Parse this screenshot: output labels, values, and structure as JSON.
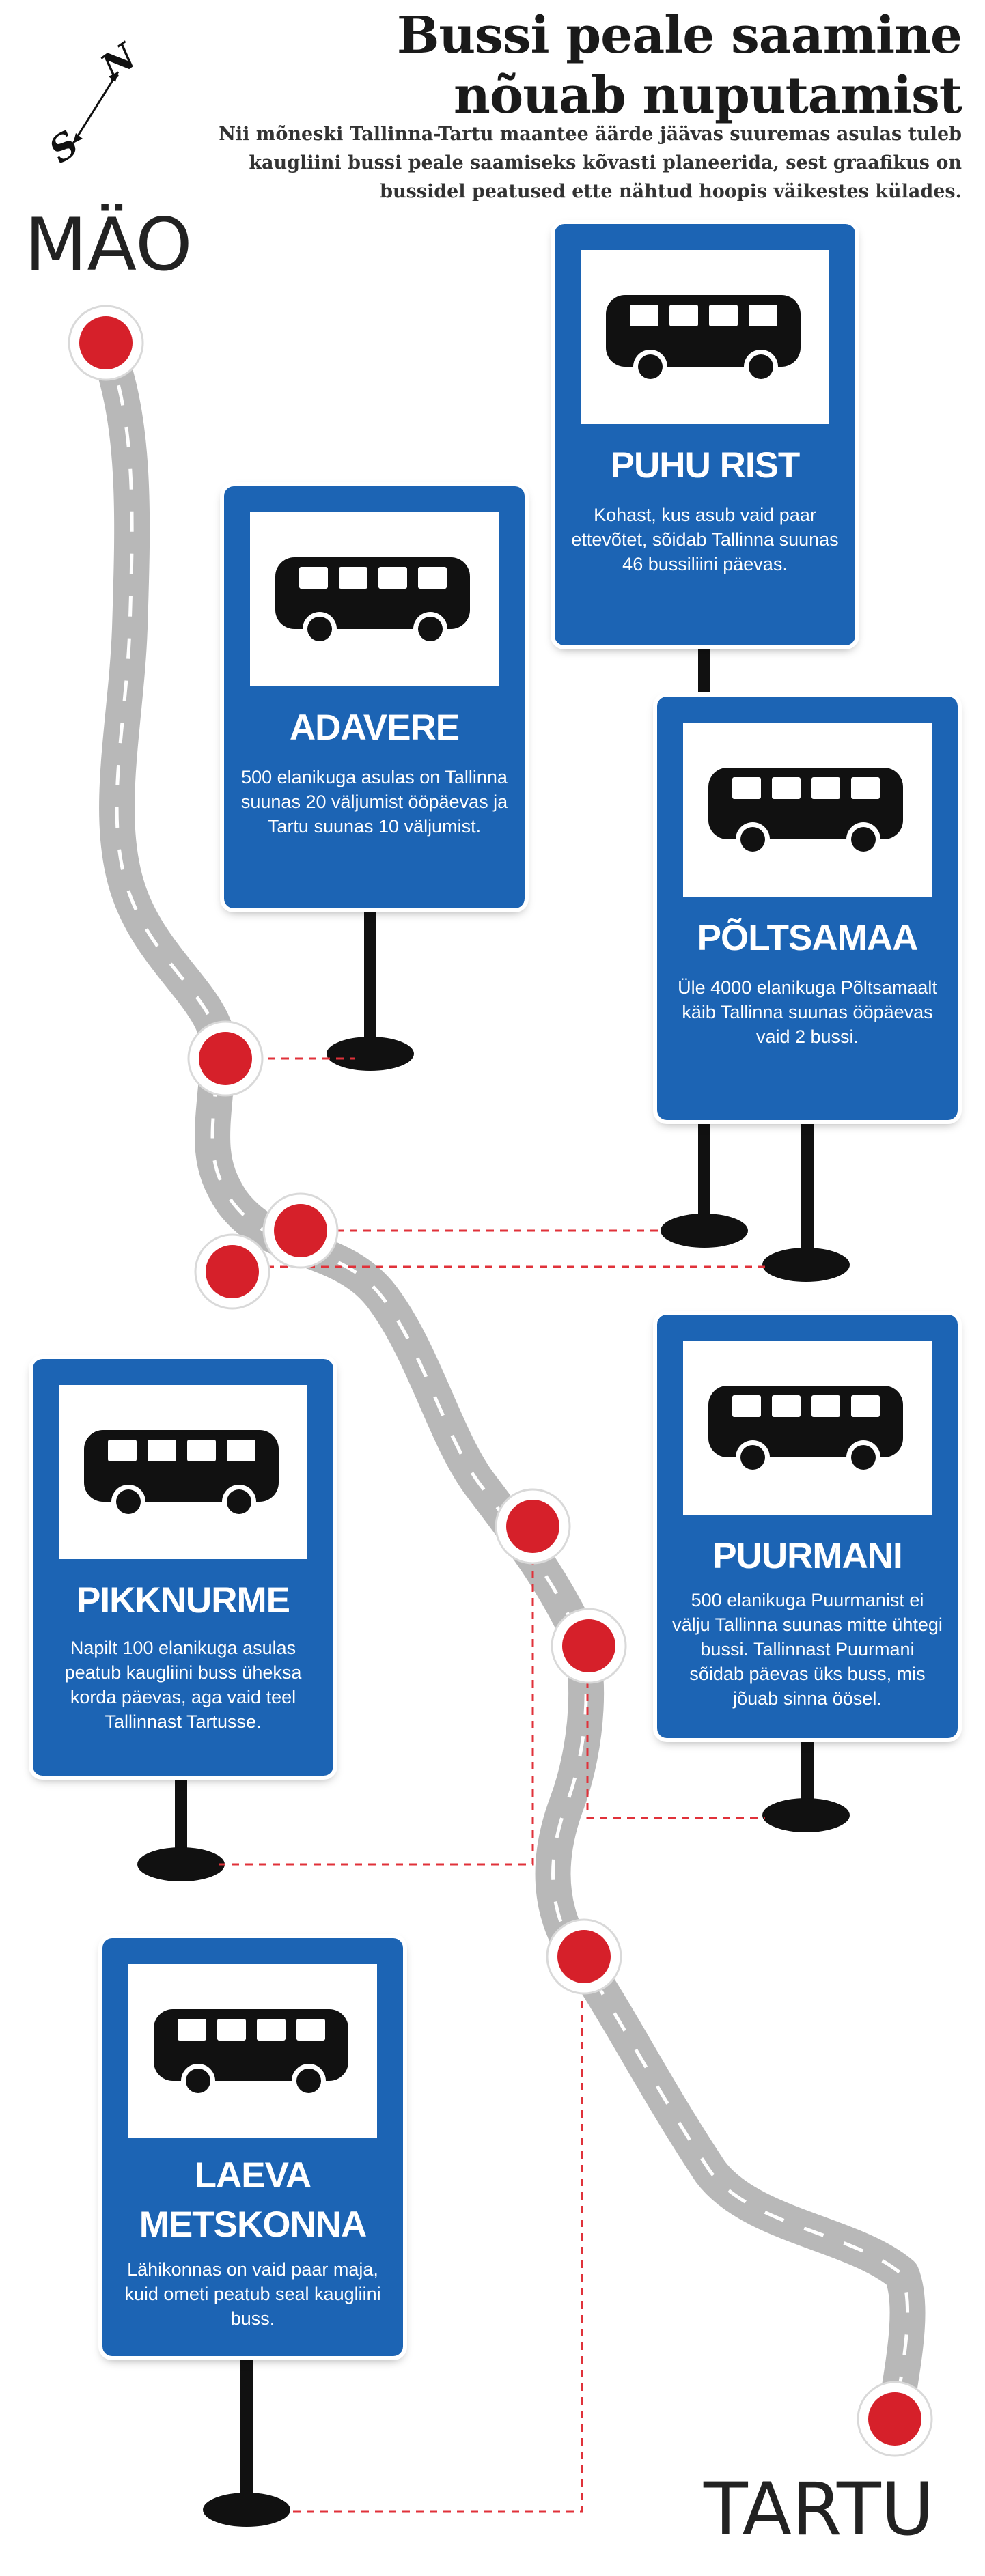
{
  "header": {
    "title_line1": "Bussi peale saamine",
    "title_line2": "nõuab nuputamist",
    "subtitle": "Nii mõneski Tallinna-Tartu maantee äärde jäävas suuremas asulas tuleb kaugliini bussi peale saamiseks kõvasti planeerida, sest graafikus on bussidel peatused ette nähtud hoopis väikestes külades."
  },
  "compass": {
    "north": "N",
    "south": "S"
  },
  "route": {
    "start": "MÄO",
    "end": "TARTU"
  },
  "colors": {
    "sign_blue": "#1c64b4",
    "stop_red": "#d6202a",
    "road_gray": "#b8b8b8",
    "connector_red": "#e0323a"
  },
  "signs": [
    {
      "name": "PUHU RIST",
      "description": "Kohast, kus asub vaid paar ettevõtet, sõidab Tallinna suunas 46 bussiliini päevas.",
      "icon": "bus-icon"
    },
    {
      "name": "ADAVERE",
      "description": "500 elanikuga asulas on Tallinna suunas 20 väljumist ööpäevas ja Tartu suunas 10 väljumist.",
      "icon": "bus-icon"
    },
    {
      "name": "PÕLTSAMAA",
      "description": "Üle 4000 elanikuga Põltsamaalt käib Tallinna suunas ööpäevas vaid 2 bussi.",
      "icon": "bus-icon"
    },
    {
      "name": "PIKKNURME",
      "description": "Napilt 100 elanikuga asulas peatub kaugliini buss üheksa korda päevas, aga vaid teel Tallinnast Tartusse.",
      "icon": "bus-icon"
    },
    {
      "name": "PUURMANI",
      "description": "500 elanikuga Puurmanist ei välju Tallinna suunas mitte ühtegi bussi. Tallinnast Puurmani sõidab päevas üks buss, mis jõuab sinna öösel.",
      "icon": "bus-icon"
    },
    {
      "name_line1": "LAEVA",
      "name_line2": "METSKONNA",
      "description": "Lähikonnas on vaid paar maja, kuid ometi peatub seal kaugliini buss.",
      "icon": "bus-icon"
    }
  ]
}
